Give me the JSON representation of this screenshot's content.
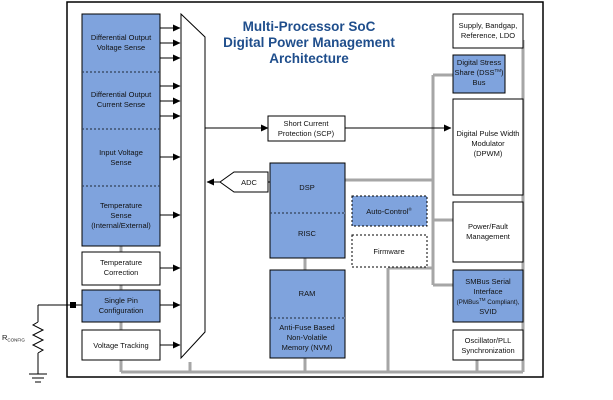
{
  "title_lines": [
    "Multi-Processor SoC",
    "Digital Power Management",
    "Architecture"
  ],
  "colors": {
    "block_blue": "#7fa3dd",
    "border": "#000000",
    "bus_gray": "#a6a6a6",
    "title": "#1f4e8c"
  },
  "left_blocks": {
    "diff_voltage": [
      "Differential Output",
      "Voltage Sense"
    ],
    "diff_current": [
      "Differential Output",
      "Current Sense"
    ],
    "input_voltage": [
      "Input Voltage",
      "Sense"
    ],
    "temperature_sense": [
      "Temperature",
      "Sense",
      "(Internal/External)"
    ],
    "temperature_correction": [
      "Temperature",
      "Correction"
    ],
    "single_pin": [
      "Single Pin",
      "Configuration"
    ],
    "voltage_tracking": [
      "Voltage Tracking"
    ]
  },
  "adc": "ADC",
  "scp": [
    "Short Current",
    "Protection (SCP)"
  ],
  "center_blocks": {
    "dsp": "DSP",
    "risc": "RISC",
    "ram": "RAM",
    "nvm": [
      "Anti-Fuse Based",
      "Non-Volatile",
      "Memory (NVM)"
    ],
    "auto_control": "Auto-Control",
    "auto_control_sup": "®",
    "firmware": "Firmware"
  },
  "right_blocks": {
    "supply": [
      "Supply, Bandgap,",
      "Reference, LDO"
    ],
    "dss": {
      "line1": "Digital Stress",
      "line2_pre": "Share (DSS",
      "line2_sup": "TM",
      "line2_post": ")",
      "line3": "Bus"
    },
    "dpwm": [
      "Digital Pulse Width",
      "Modulator",
      "(DPWM)"
    ],
    "power_fault": [
      "Power/Fault",
      "Management"
    ],
    "smbus": {
      "line1": "SMBus Serial",
      "line2": "Interface",
      "line3_pre": "(PMBus",
      "line3_sup": "TM",
      "line3_post": " Compliant),",
      "line4": "SVID"
    },
    "oscillator": [
      "Oscillator/PLL",
      "Synchronization"
    ]
  },
  "rconfig": {
    "main": "R",
    "sub": "CONFIG"
  }
}
